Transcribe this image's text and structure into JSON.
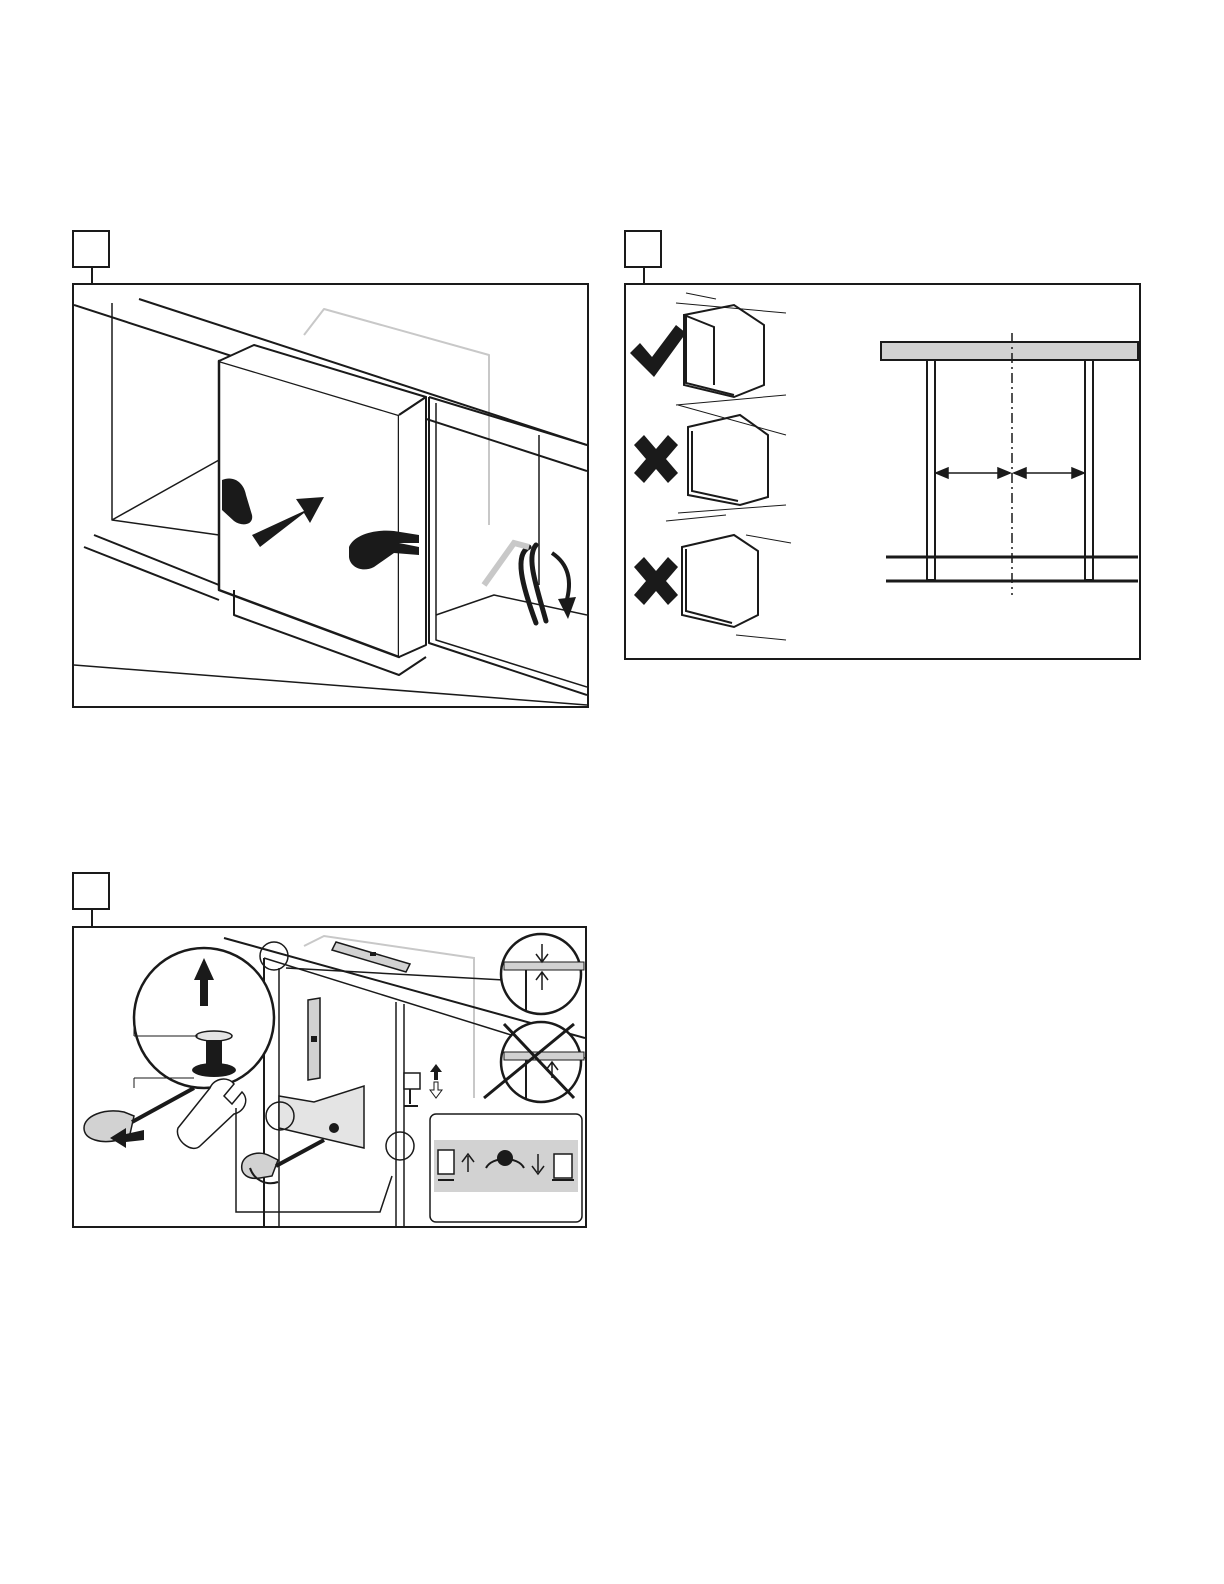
{
  "figures": [
    {
      "id": "fig-1",
      "step_number": ""
    },
    {
      "id": "fig-2",
      "step_number": ""
    },
    {
      "id": "fig-3",
      "step_number": ""
    }
  ],
  "icons": [
    "hand-icon",
    "arrow-icon",
    "check-icon",
    "cross-icon",
    "screwdriver-icon",
    "wrench-icon",
    "spirit-level-icon",
    "magnifier-circle-icon"
  ],
  "colors": {
    "line": "#1a1a1a",
    "ghost": "#c8c8c8",
    "panel_fill": "#d2d2d2",
    "bar_fill": "#e4e4e4"
  }
}
